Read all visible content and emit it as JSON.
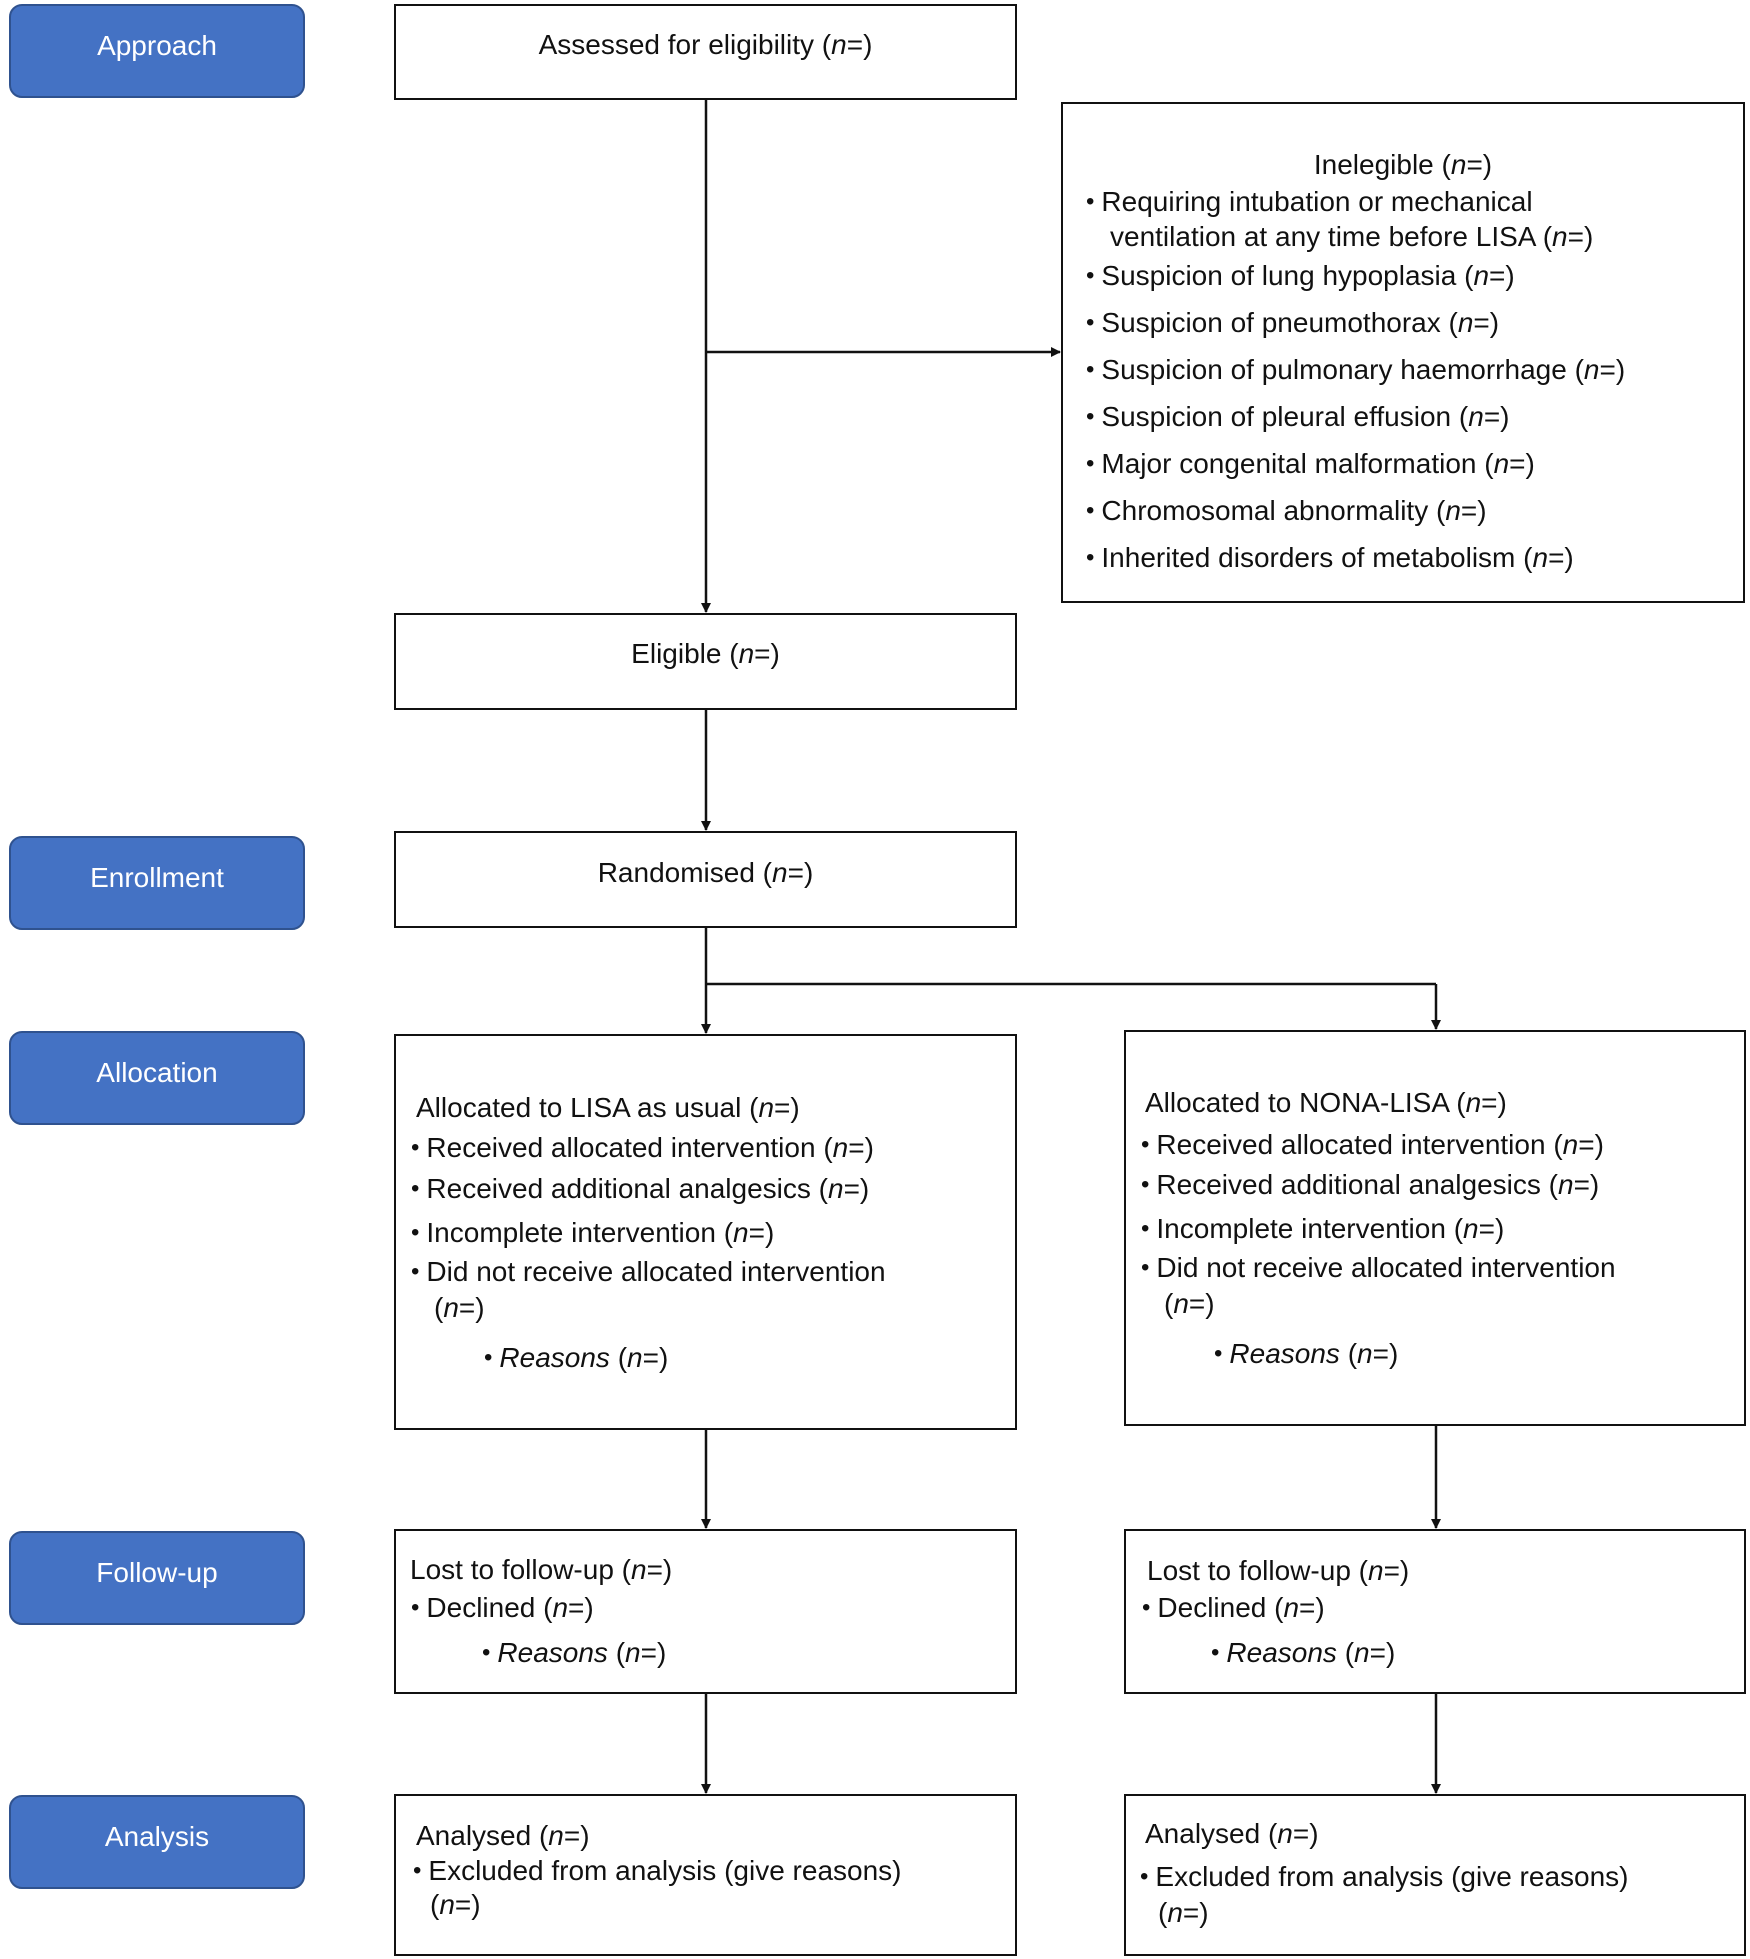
{
  "phases": {
    "approach": "Approach",
    "enrollment": "Enrollment",
    "allocation": "Allocation",
    "followup": "Follow-up",
    "analysis": "Analysis"
  },
  "n_label": "n",
  "assessed": "Assessed for eligibility",
  "ineligible": {
    "title": "Inelegible",
    "items": [
      "Requiring intubation or mechanical",
      "ventilation at any time before LISA",
      "Suspicion of lung hypoplasia",
      "Suspicion of pneumothorax",
      "Suspicion of pulmonary haemorrhage",
      "Suspicion of pleural effusion",
      "Major congenital malformation",
      "Chromosomal abnormality",
      "Inherited disorders of metabolism"
    ]
  },
  "eligible": "Eligible",
  "randomised": "Randomised",
  "arms": [
    {
      "allocated": "Allocated to LISA as usual",
      "received": "Received allocated intervention",
      "analgesics": "Received additional analgesics",
      "incomplete": "Incomplete intervention",
      "not_received": "Did not receive allocated intervention",
      "reasons": "Reasons",
      "lost": "Lost to follow-up",
      "declined": "Declined",
      "followup_reasons": "Reasons",
      "analysed": "Analysed",
      "excluded": "Excluded from analysis (give reasons)"
    },
    {
      "allocated": "Allocated to NONA-LISA",
      "received": "Received allocated intervention",
      "analgesics": "Received additional analgesics",
      "incomplete": "Incomplete intervention",
      "not_received": "Did not receive allocated intervention",
      "reasons": "Reasons",
      "lost": "Lost to follow-up",
      "declined": "Declined",
      "followup_reasons": "Reasons",
      "analysed": "Analysed",
      "excluded": "Excluded from analysis (give reasons)"
    }
  ]
}
